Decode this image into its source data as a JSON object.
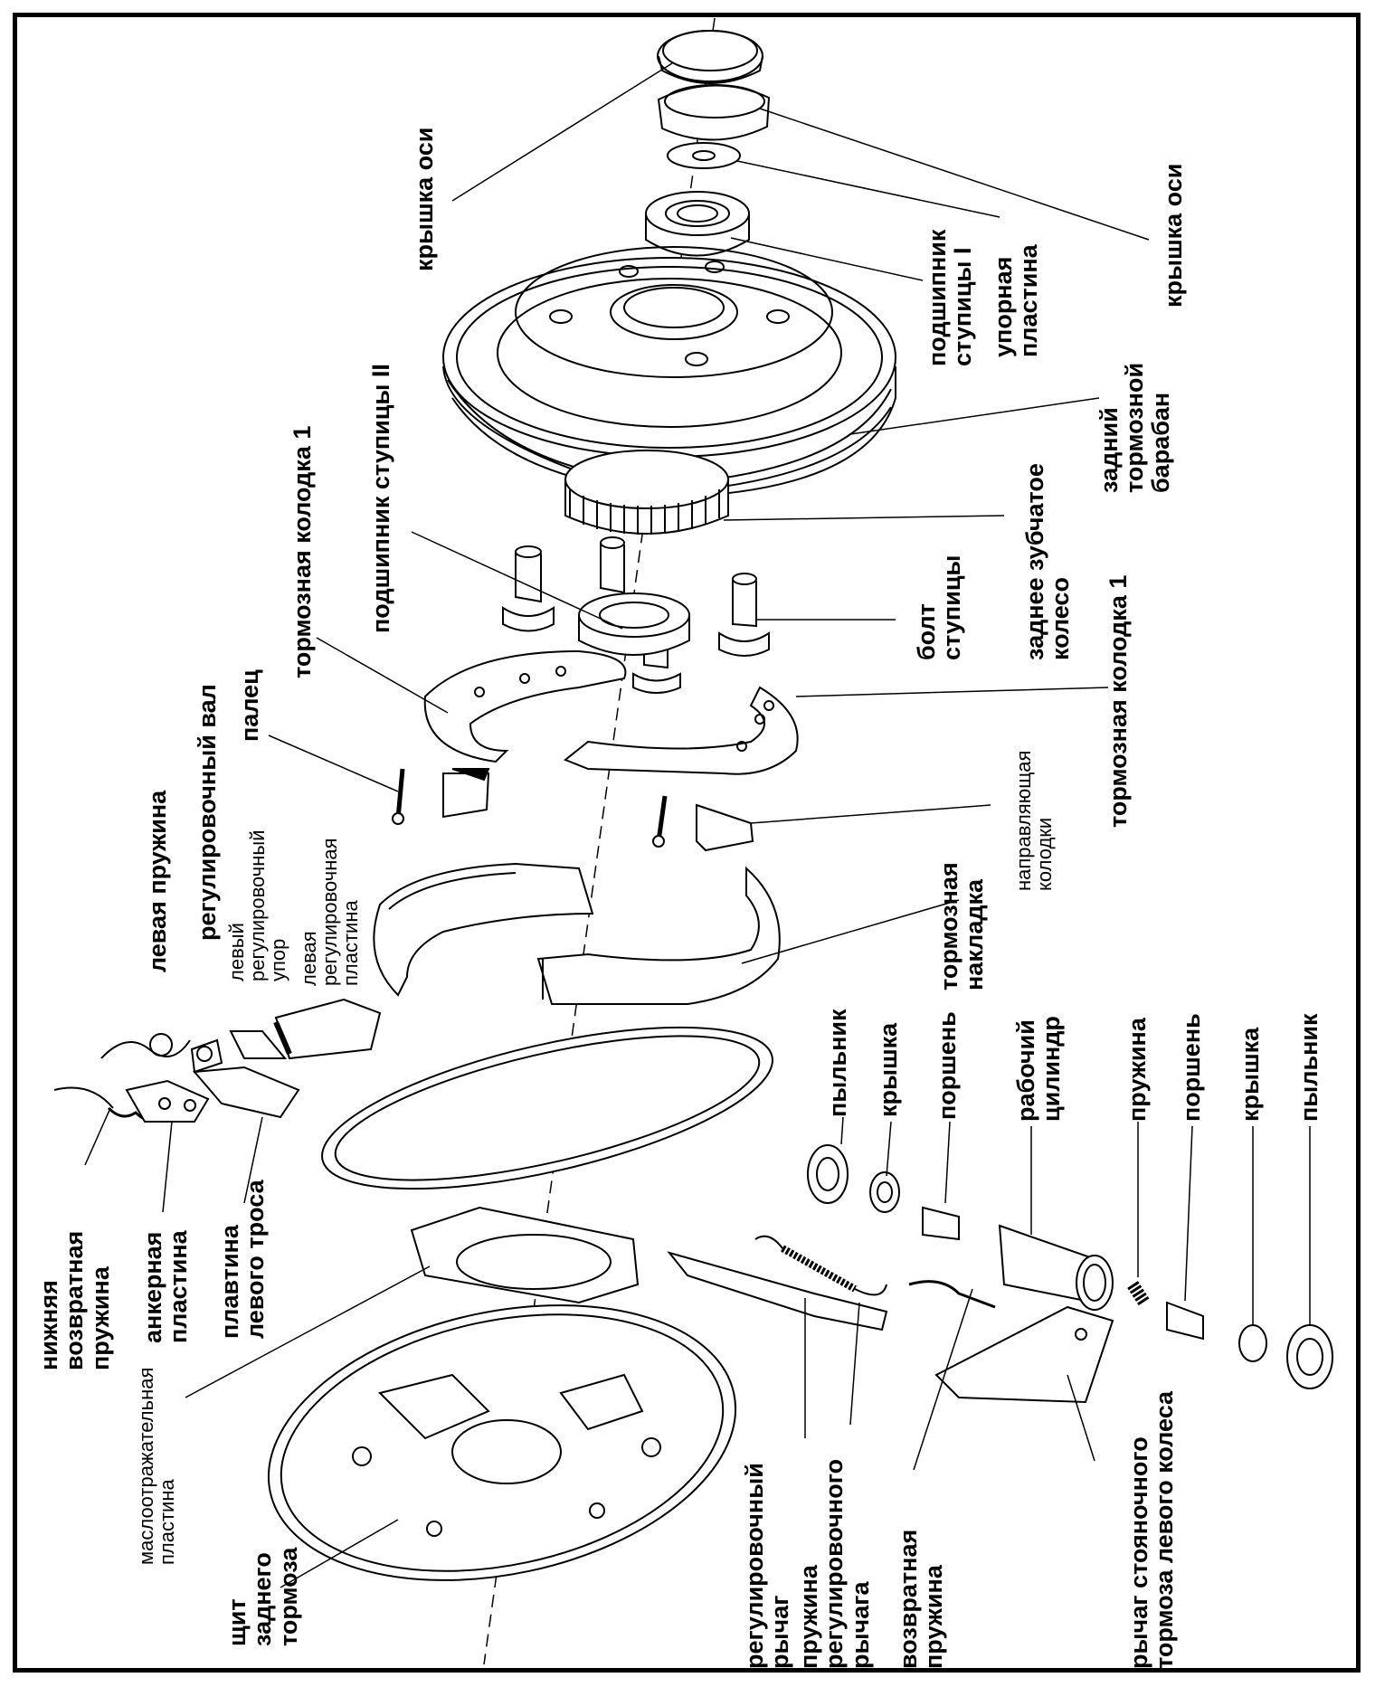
{
  "labels": {
    "axle_cap_1": [
      "крышка оси"
    ],
    "axle_cap_2": [
      "крышка оси"
    ],
    "thrust_plate": [
      "упорная",
      "пластина"
    ],
    "hub_bearing_1": [
      "подшипник",
      "ступицы I"
    ],
    "rear_drum": [
      "задний",
      "тормозной",
      "барабан"
    ],
    "rear_gear": [
      "заднее зубчатое",
      "колесо"
    ],
    "hub_bolt": [
      "болт",
      "ступицы"
    ],
    "hub_bearing_2": [
      "подшипник ступицы II"
    ],
    "brake_shoe_1_left": [
      "тормозная колодка 1"
    ],
    "brake_shoe_1_right": [
      "тормозная колодка 1"
    ],
    "shoe_guide": [
      "направляющая",
      "колодки"
    ],
    "pin": [
      "палец"
    ],
    "adjusting_shaft": [
      "регулировочный вал"
    ],
    "left_spring": [
      "левая пружина"
    ],
    "left_adjusting_stop": [
      "левый",
      "регулировочный",
      "упор"
    ],
    "left_adjusting_plate": [
      "левая",
      "регулировочная",
      "пластина"
    ],
    "brake_lining": [
      "тормозная",
      "накладка"
    ],
    "dust_cover_1": [
      "пыльник"
    ],
    "cap_1": [
      "крышка"
    ],
    "piston_1": [
      "поршень"
    ],
    "wheel_cylinder": [
      "рабочий",
      "цилиндр"
    ],
    "spring": [
      "пружина"
    ],
    "piston_2": [
      "поршень"
    ],
    "cap_2": [
      "крышка"
    ],
    "dust_cover_2": [
      "пыльник"
    ],
    "lower_return_spring": [
      "нижняя",
      "возвратная",
      "пружина"
    ],
    "anchor_plate": [
      "анкерная",
      "пластина"
    ],
    "left_cable_plate": [
      "плавтина",
      "левого троса"
    ],
    "oil_deflector": [
      "маслоотражательная",
      "пластина"
    ],
    "backing_plate": [
      "щит",
      "заднего",
      "тормоза"
    ],
    "adjusting_lever": [
      "регулировочный",
      "рычаг"
    ],
    "adjusting_lever_spring": [
      "пружина",
      "регулировочного",
      "рычага"
    ],
    "return_spring": [
      "возвратная",
      "пружина"
    ],
    "parking_lever": [
      "рычаг стояночного",
      "тормоза левого колеса"
    ]
  }
}
